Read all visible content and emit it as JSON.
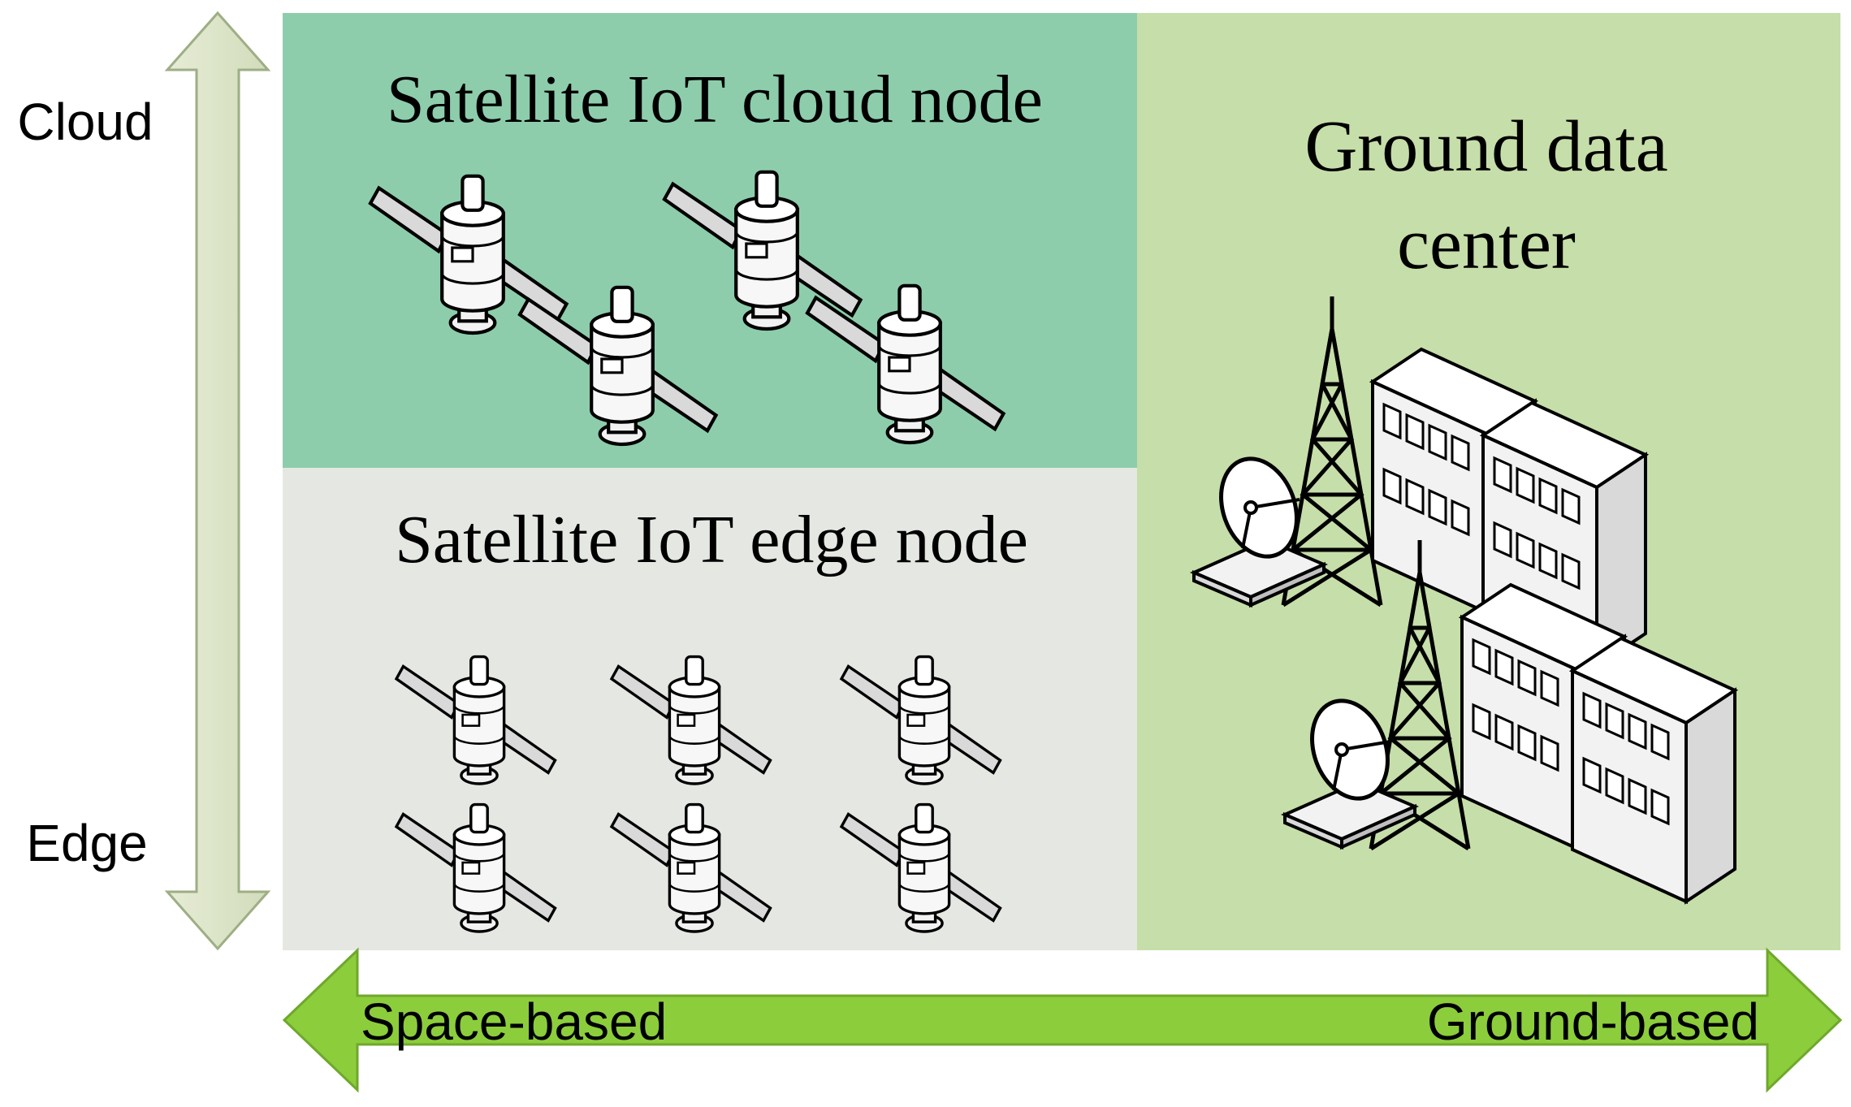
{
  "vertical_axis": {
    "top_label": "Cloud",
    "bottom_label": "Edge",
    "arrow_color": "#dde6c8"
  },
  "horizontal_axis": {
    "left_label": "Space-based",
    "right_label": "Ground-based",
    "arrow_color": "#8ccd3c"
  },
  "regions": {
    "cloud_node": {
      "title": "Satellite IoT cloud node",
      "color": "#8dcdab",
      "satellite_count": 4,
      "icon": "satellite-icon"
    },
    "edge_node": {
      "title": "Satellite IoT edge node",
      "color": "#e5e7e2",
      "satellite_count": 6,
      "icon": "satellite-icon"
    },
    "ground_center": {
      "title_line1": "Ground data",
      "title_line2": "center",
      "color": "#c6dea9",
      "icons": [
        "antenna-tower-icon",
        "satellite-dish-icon",
        "building-icon"
      ]
    }
  }
}
